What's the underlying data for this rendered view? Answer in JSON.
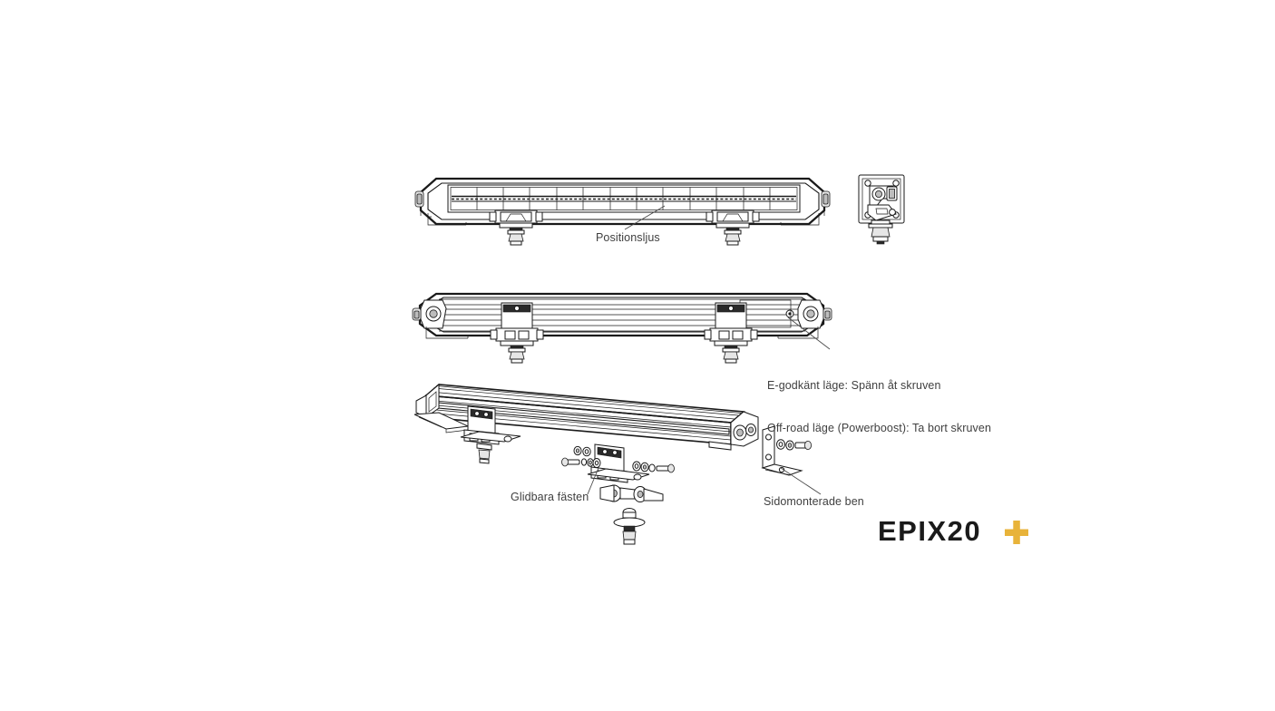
{
  "document": {
    "type": "product-installation-diagram",
    "background_color": "#ffffff",
    "line_color": "#1a1a1a",
    "text_color": "#404040"
  },
  "product": {
    "name": "EPIX20",
    "name_suffix": "+",
    "logo_text": "EPIX20",
    "logo_plus_color": "#e8b33a",
    "logo_text_color": "#1a1a1a"
  },
  "labels": {
    "position_light": "Positionsljus",
    "mode_line_1": "E-godkänt läge: Spänn åt skruven",
    "mode_line_2": "Off-road läge (Powerboost): Ta bort skruven",
    "sliding_mounts": "Glidbara fästen",
    "side_mount_legs": "Sidomonterade ben"
  },
  "views": [
    {
      "id": "front-view",
      "name": "Front elevation of LED light bar",
      "led_segments": 13,
      "mount_brackets": 2,
      "callouts": [
        "Positionsljus"
      ]
    },
    {
      "id": "side-detail-view",
      "name": "End cap bracket detail",
      "callouts": []
    },
    {
      "id": "rear-view",
      "name": "Rear elevation of LED light bar",
      "mount_brackets": 2,
      "callouts": [
        "E-godkänt läge: Spänn åt skruven",
        "Off-road läge (Powerboost): Ta bort skruven"
      ]
    },
    {
      "id": "isometric-exploded-view",
      "name": "Isometric exploded assembly view",
      "callouts": [
        "Glidbara fästen",
        "Sidomonterade ben"
      ]
    }
  ]
}
